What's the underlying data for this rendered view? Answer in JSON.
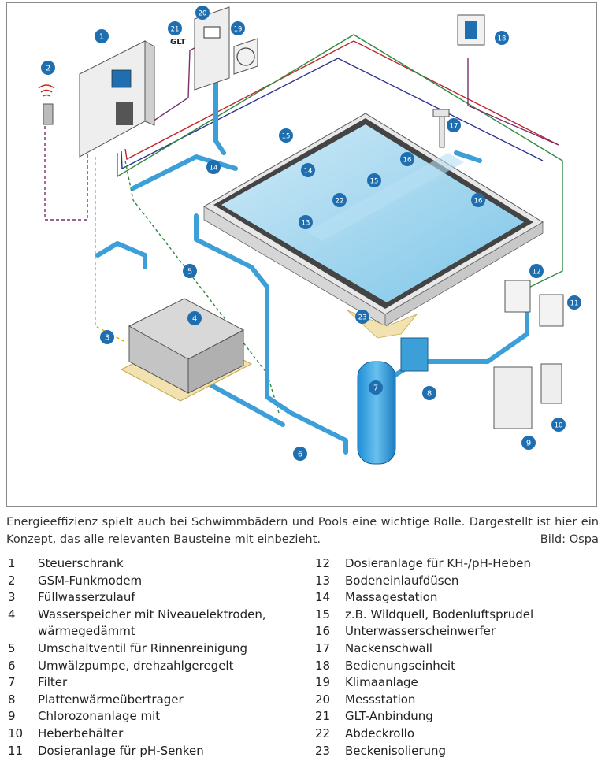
{
  "caption": {
    "text": "Energieeffizienz spielt auch bei Schwimmbädern und Pools eine wichtige Rolle. Dargestellt ist hier ein Konzept, das alle relevanten Bausteine mit einbezieht.",
    "credit": "Bild: Ospa"
  },
  "badges": [
    "1",
    "2",
    "3",
    "4",
    "5",
    "6",
    "7",
    "8",
    "9",
    "10",
    "11",
    "12",
    "13",
    "14",
    "14",
    "15",
    "15",
    "16",
    "16",
    "17",
    "18",
    "19",
    "20",
    "21",
    "22",
    "23"
  ],
  "glt_label": "GLT",
  "legend": [
    {
      "num": "1",
      "text": "Steuerschrank"
    },
    {
      "num": "2",
      "text": "GSM-Funkmodem"
    },
    {
      "num": "3",
      "text": "Füllwasserzulauf"
    },
    {
      "num": "4",
      "text": "Wasserspeicher mit Niveauelektroden,"
    },
    {
      "num": "",
      "text": "wärmegedämmt"
    },
    {
      "num": "5",
      "text": "Umschaltventil für Rinnenreinigung"
    },
    {
      "num": "6",
      "text": "Umwälzpumpe, drehzahlgeregelt"
    },
    {
      "num": "7",
      "text": "Filter"
    },
    {
      "num": "8",
      "text": "Plattenwärmeübertrager"
    },
    {
      "num": "9",
      "text": "Chlorozonanlage mit"
    },
    {
      "num": "10",
      "text": "Heberbehälter"
    },
    {
      "num": "11",
      "text": "Dosieranlage für pH-Senken"
    },
    {
      "num": "12",
      "text": "Dosieranlage für KH-/pH-Heben"
    },
    {
      "num": "13",
      "text": "Bodeneinlaufdüsen"
    },
    {
      "num": "14",
      "text": "Massagestation"
    },
    {
      "num": "15",
      "text": "z.B. Wildquell, Bodenluftsprudel"
    },
    {
      "num": "16",
      "text": "Unterwasserscheinwerfer"
    },
    {
      "num": "17",
      "text": "Nackenschwall"
    },
    {
      "num": "18",
      "text": "Bedienungseinheit"
    },
    {
      "num": "19",
      "text": "Klimaanlage"
    },
    {
      "num": "20",
      "text": "Messstation"
    },
    {
      "num": "21",
      "text": "GLT-Anbindung"
    },
    {
      "num": "22",
      "text": "Abdeckrollo"
    },
    {
      "num": "23",
      "text": "Beckenisolierung"
    }
  ]
}
